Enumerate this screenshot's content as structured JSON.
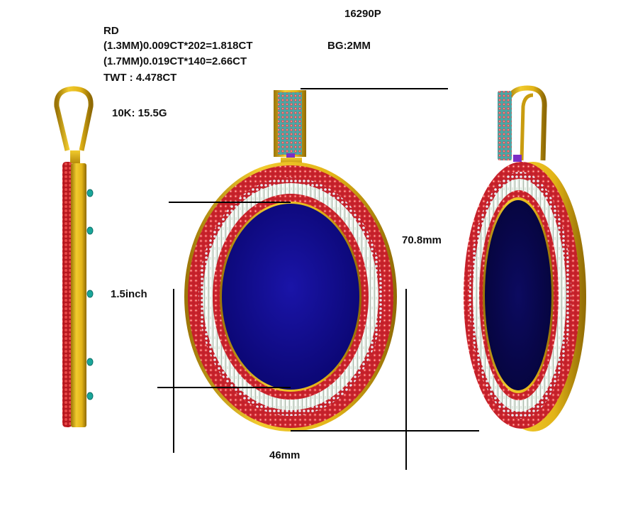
{
  "spec": {
    "model_no": "16290P",
    "stone_type": "RD",
    "stone_line_1": "(1.3MM)0.009CT*202=1.818CT",
    "stone_line_2": "(1.7MM)0.019CT*140=2.66CT",
    "total_weight": "TWT : 4.478CT",
    "baguette": "BG:2MM",
    "metal_weight": "10K: 15.5G"
  },
  "dimensions": {
    "height_mm": "70.8mm",
    "height_inch": "1.5inch",
    "width_mm": "46mm"
  },
  "colors": {
    "gold": "#e2b417",
    "gold_dark": "#a77f06",
    "ruby": "#c3202a",
    "baguette": "#e2ebe2",
    "enamel": "#0f0a8c",
    "teal": "#1aa69a"
  }
}
